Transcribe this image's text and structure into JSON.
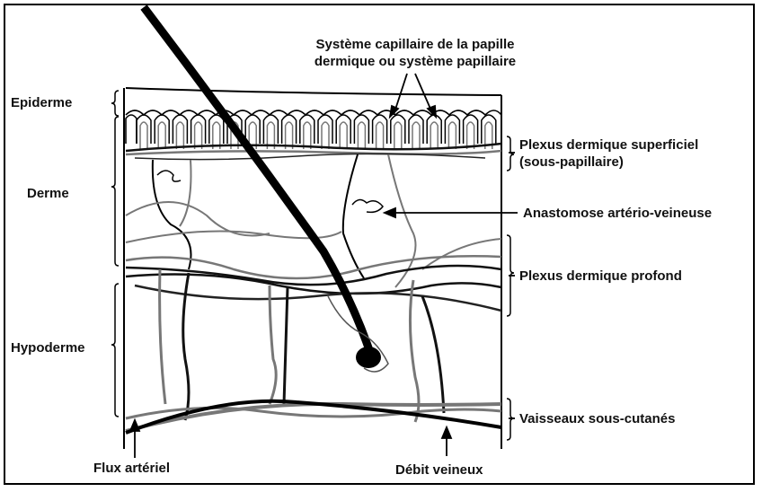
{
  "labels": {
    "title_line1": "Système capillaire de la papille",
    "title_line2": "dermique ou système papillaire",
    "epiderme": "Epiderme",
    "derme": "Derme",
    "hypoderme": "Hypoderme",
    "plexus_superficiel_line1": "Plexus dermique superficiel",
    "plexus_superficiel_line2": "(sous-papillaire)",
    "anastomose": "Anastomose artério-veineuse",
    "plexus_profond": "Plexus dermique profond",
    "vaisseaux": "Vaisseaux sous-cutanés",
    "flux_arteriel": "Flux artériel",
    "debit_veineux": "Débit veineux"
  },
  "colors": {
    "artery": "#808080",
    "vein": "#111111",
    "outline": "#000000",
    "background": "#ffffff"
  }
}
